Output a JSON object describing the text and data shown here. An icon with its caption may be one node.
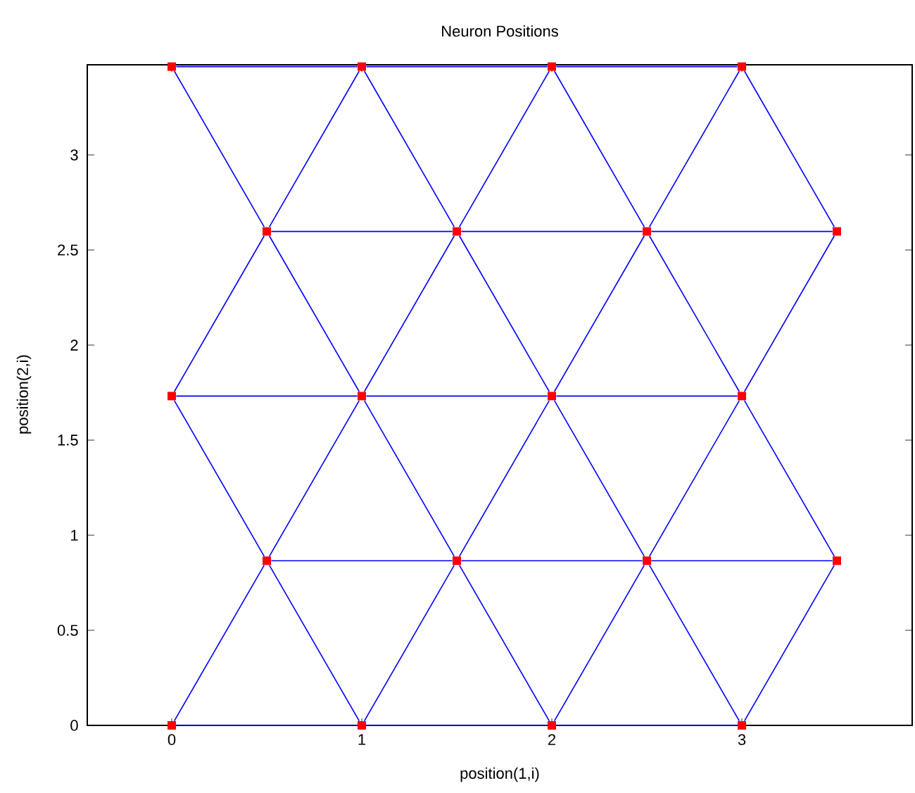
{
  "diagram": {
    "title": "Neuron Positions",
    "nodes": [
      {
        "text": [],
        "shape": "box"
      },
      {
        "text": [],
        "shape": "box"
      },
      {
        "text": [],
        "shape": "box"
      },
      {
        "text": [],
        "shape": "box"
      },
      {
        "text": [],
        "shape": "box"
      },
      {
        "text": [],
        "shape": "box"
      },
      {
        "text": [],
        "shape": "box"
      },
      {
        "text": [],
        "shape": "box"
      },
      {
        "text": [],
        "shape": "box"
      },
      {
        "text": [],
        "shape": "box"
      },
      {
        "text": [],
        "shape": "box"
      },
      {
        "text": [],
        "shape": "box"
      },
      {
        "text": [],
        "shape": "box"
      },
      {
        "text": [],
        "shape": "box"
      },
      {
        "text": [],
        "shape": "box"
      },
      {
        "text": [],
        "shape": "box"
      },
      {
        "text": [],
        "shape": "box"
      },
      {
        "text": [],
        "shape": "box"
      },
      {
        "text": [],
        "shape": "box"
      },
      {
        "text": [],
        "shape": "box"
      }
    ],
    "edges": [
      {
        "from": 0,
        "to": 1,
        "arrow": "none"
      },
      {
        "from": 1,
        "to": 2,
        "arrow": "none"
      },
      {
        "from": 2,
        "to": 3,
        "arrow": "none"
      },
      {
        "from": 4,
        "to": 5,
        "arrow": "none"
      },
      {
        "from": 5,
        "to": 6,
        "arrow": "none"
      },
      {
        "from": 6,
        "to": 7,
        "arrow": "none"
      },
      {
        "from": 8,
        "to": 9,
        "arrow": "none"
      },
      {
        "from": 9,
        "to": 10,
        "arrow": "none"
      },
      {
        "from": 10,
        "to": 11,
        "arrow": "none"
      },
      {
        "from": 12,
        "to": 13,
        "arrow": "none"
      },
      {
        "from": 13,
        "to": 14,
        "arrow": "none"
      },
      {
        "from": 14,
        "to": 15,
        "arrow": "none"
      },
      {
        "from": 16,
        "to": 17,
        "arrow": "none"
      },
      {
        "from": 17,
        "to": 18,
        "arrow": "none"
      },
      {
        "from": 18,
        "to": 19,
        "arrow": "none"
      },
      {
        "from": 0,
        "to": 4,
        "arrow": "none"
      },
      {
        "from": 1,
        "to": 4,
        "arrow": "none"
      },
      {
        "from": 1,
        "to": 5,
        "arrow": "none"
      },
      {
        "from": 2,
        "to": 5,
        "arrow": "none"
      },
      {
        "from": 2,
        "to": 6,
        "arrow": "none"
      },
      {
        "from": 3,
        "to": 6,
        "arrow": "none"
      },
      {
        "from": 3,
        "to": 7,
        "arrow": "none"
      },
      {
        "from": 4,
        "to": 8,
        "arrow": "none"
      },
      {
        "from": 4,
        "to": 9,
        "arrow": "none"
      },
      {
        "from": 5,
        "to": 9,
        "arrow": "none"
      },
      {
        "from": 5,
        "to": 10,
        "arrow": "none"
      },
      {
        "from": 6,
        "to": 10,
        "arrow": "none"
      },
      {
        "from": 6,
        "to": 11,
        "arrow": "none"
      },
      {
        "from": 7,
        "to": 11,
        "arrow": "none"
      },
      {
        "from": 8,
        "to": 12,
        "arrow": "none"
      },
      {
        "from": 9,
        "to": 12,
        "arrow": "none"
      },
      {
        "from": 9,
        "to": 13,
        "arrow": "none"
      },
      {
        "from": 10,
        "to": 13,
        "arrow": "none"
      },
      {
        "from": 10,
        "to": 14,
        "arrow": "none"
      },
      {
        "from": 11,
        "to": 14,
        "arrow": "none"
      },
      {
        "from": 11,
        "to": 15,
        "arrow": "none"
      },
      {
        "from": 12,
        "to": 16,
        "arrow": "none"
      },
      {
        "from": 12,
        "to": 17,
        "arrow": "none"
      },
      {
        "from": 13,
        "to": 17,
        "arrow": "none"
      },
      {
        "from": 13,
        "to": 18,
        "arrow": "none"
      },
      {
        "from": 14,
        "to": 18,
        "arrow": "none"
      },
      {
        "from": 14,
        "to": 19,
        "arrow": "none"
      },
      {
        "from": 15,
        "to": 19,
        "arrow": "none"
      }
    ],
    "labels": [
      "3",
      "2.5",
      "position(2,i)",
      "2",
      "1.5",
      "1",
      "0.5",
      "0",
      "0",
      "1",
      "2",
      "3",
      "position(1,i)"
    ]
  }
}
